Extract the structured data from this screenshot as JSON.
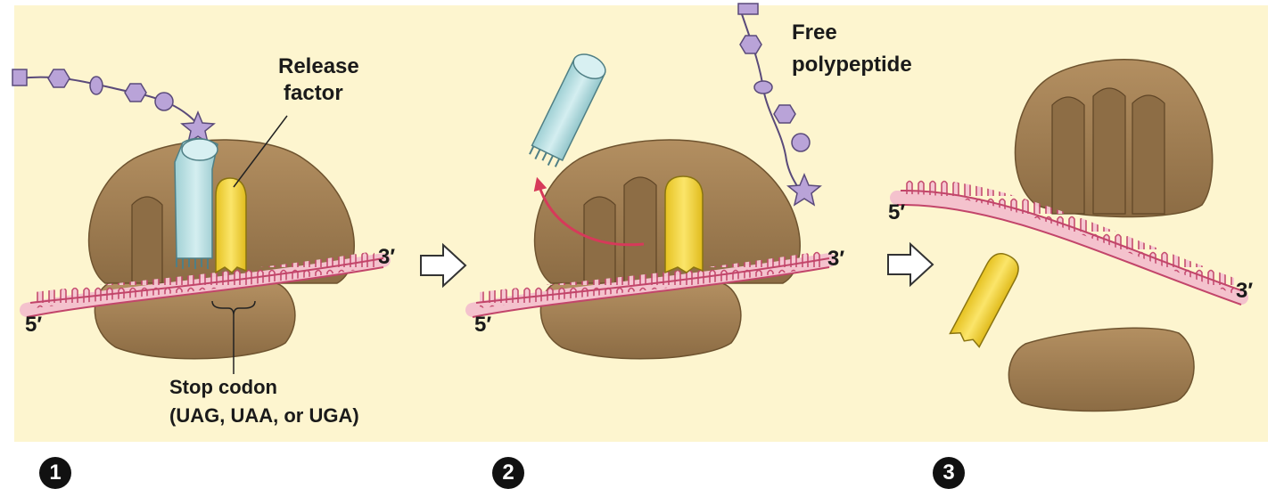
{
  "labels": {
    "release_factor_line1": "Release",
    "release_factor_line2": "factor",
    "free_polypeptide_line1": "Free",
    "free_polypeptide_line2": "polypeptide",
    "stop_codon_line1": "Stop codon",
    "stop_codon_line2": "(UAG, UAA, or UGA)",
    "five_prime": "5′",
    "three_prime": "3′"
  },
  "steps": [
    "1",
    "2",
    "3"
  ],
  "colors": {
    "background": "#fdf5cf",
    "ribosome": "#a8865a",
    "ribosome_dark": "#8a6b42",
    "mrna": "#d9607f",
    "mrna_band": "#f4c2cd",
    "release_factor": "#f2d43a",
    "trna": "#b6dde0",
    "amino_acid": "#b9a3d8",
    "arrow_red": "#d63a5a"
  }
}
